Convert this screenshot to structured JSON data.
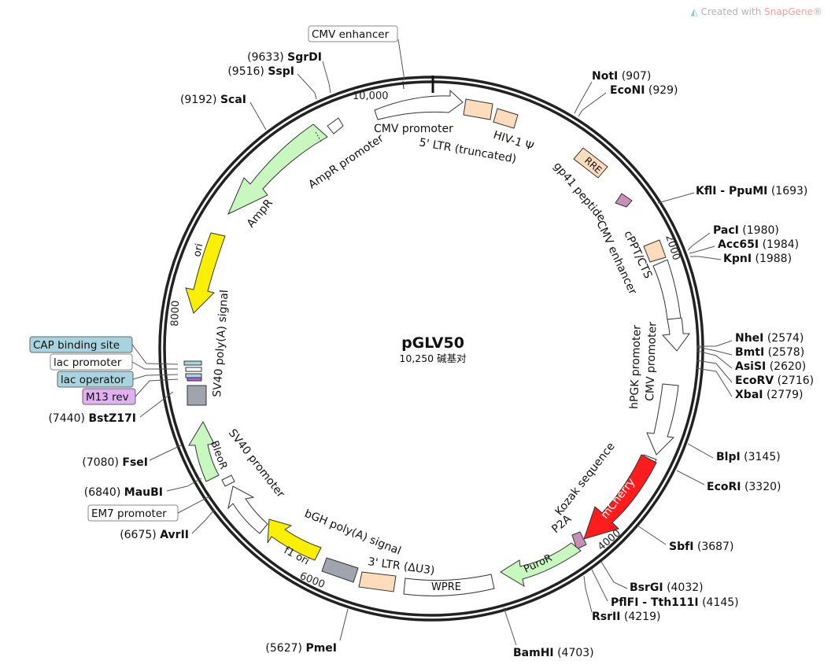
{
  "watermark": {
    "prefix": "Created with ",
    "brand": "SnapGene",
    "suffix": "®"
  },
  "plasmid": {
    "name": "pGLV50",
    "size_label": "10,250 碱基对"
  },
  "ticks": [
    "10,000",
    "2000",
    "4000",
    "6000",
    "8000"
  ],
  "features": {
    "cmv_promoter_top": "CMV promoter",
    "ltr5": "5' LTR (truncated)",
    "hiv": "HIV-1 Ψ",
    "rre": "RRE",
    "gp41": "gp41 peptide",
    "cppt": "cPPT/CTS",
    "cmv_enhancer_right": "CMV enhancer",
    "hpgk": "hPGK promoter",
    "cmv_promoter_right": "CMV promoter",
    "kozak": "Kozak sequence",
    "mcherry": "mCherry",
    "p2a": "P2A",
    "puror": "PuroR",
    "wpre": "WPRE",
    "ltr3": "3' LTR (ΔU3)",
    "bgh": "bGH poly(A) signal",
    "f1ori": "f1 ori",
    "sv40_promoter": "SV40 promoter",
    "bleor": "BleoR",
    "sv40_polya": "SV40 poly(A) signal",
    "ori": "ori",
    "ampr": "AmpR",
    "ampr_promoter": "AmpR promoter"
  },
  "boxed_labels": {
    "cmv_enhancer_top": "CMV enhancer",
    "cap": "CAP binding site",
    "lac_promoter": "lac promoter",
    "lac_operator": "lac operator",
    "m13": "M13 rev",
    "em7": "EM7 promoter"
  },
  "sites": [
    {
      "id": "sgrdi",
      "name": "SgrDI",
      "pos": "(9633)"
    },
    {
      "id": "sspi",
      "name": "SspI",
      "pos": "(9516)"
    },
    {
      "id": "scai",
      "name": "ScaI",
      "pos": "(9192)"
    },
    {
      "id": "noti",
      "name": "NotI",
      "pos": "(907)"
    },
    {
      "id": "econi",
      "name": "EcoNI",
      "pos": "(929)"
    },
    {
      "id": "kfli",
      "name": "KflI - PpuMI",
      "pos": "(1693)"
    },
    {
      "id": "paci",
      "name": "PacI",
      "pos": "(1980)"
    },
    {
      "id": "acc65i",
      "name": "Acc65I",
      "pos": "(1984)"
    },
    {
      "id": "kpni",
      "name": "KpnI",
      "pos": "(1988)"
    },
    {
      "id": "nhei",
      "name": "NheI",
      "pos": "(2574)"
    },
    {
      "id": "bmti",
      "name": "BmtI",
      "pos": "(2578)"
    },
    {
      "id": "asisi",
      "name": "AsiSI",
      "pos": "(2620)"
    },
    {
      "id": "ecorv",
      "name": "EcoRV",
      "pos": "(2716)"
    },
    {
      "id": "xbai",
      "name": "XbaI",
      "pos": "(2779)"
    },
    {
      "id": "blpi",
      "name": "BlpI",
      "pos": "(3145)"
    },
    {
      "id": "ecori",
      "name": "EcoRI",
      "pos": "(3320)"
    },
    {
      "id": "sbfi",
      "name": "SbfI",
      "pos": "(3687)"
    },
    {
      "id": "bsrgi",
      "name": "BsrGI",
      "pos": "(4032)"
    },
    {
      "id": "pflfi",
      "name": "PflFI - Tth111I",
      "pos": "(4145)"
    },
    {
      "id": "rsrii",
      "name": "RsrII",
      "pos": "(4219)"
    },
    {
      "id": "bamhi",
      "name": "BamHI",
      "pos": "(4703)"
    },
    {
      "id": "pmei",
      "name": "PmeI",
      "pos": "(5627)"
    },
    {
      "id": "avrii",
      "name": "AvrII",
      "pos": "(6675)"
    },
    {
      "id": "maubi",
      "name": "MauBI",
      "pos": "(6840)"
    },
    {
      "id": "fsei",
      "name": "FseI",
      "pos": "(7080)"
    },
    {
      "id": "bstz17i",
      "name": "BstZ17I",
      "pos": "(7440)"
    }
  ],
  "colors": {
    "backbone": "#222222",
    "promoter": "#ffffff",
    "ltr": "#fddcbc",
    "rre": "#fddcbc",
    "gp41": "#c890b8",
    "mcherry": "#ff1c1c",
    "p2a": "#c890b8",
    "puror": "#c8f8c0",
    "bleor": "#c8f8c0",
    "ampr": "#c8f8c0",
    "ori": "#f8f000",
    "f1ori": "#f8f000",
    "polya": "#a0a4ac",
    "cap_box": "#a8d4e0",
    "lac_operator_box": "#a8d4e0",
    "m13_box": "#e0b0f0"
  }
}
